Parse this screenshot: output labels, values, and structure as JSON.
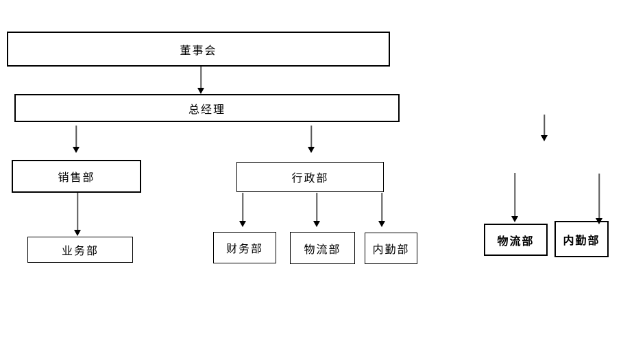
{
  "diagram": {
    "type": "org-chart",
    "background_color": "#ffffff",
    "box_border_color": "#000000",
    "box_fill_color": "#ffffff",
    "text_color": "#000000",
    "arrow_stem_color": "#595959",
    "arrow_head_color": "#000000",
    "nodes": [
      {
        "id": "board",
        "label": "董事会",
        "level": 1
      },
      {
        "id": "general-manager",
        "label": "总经理",
        "level": 2
      },
      {
        "id": "sales",
        "label": "销售部",
        "level": 3
      },
      {
        "id": "admin",
        "label": "行政部",
        "level": 3
      },
      {
        "id": "business",
        "label": "业务部",
        "level": 4
      },
      {
        "id": "finance",
        "label": "财务部",
        "level": 4
      },
      {
        "id": "logistics",
        "label": "物流部",
        "level": 4
      },
      {
        "id": "internal-affairs",
        "label": "内勤部",
        "level": 4
      },
      {
        "id": "logistics-floating",
        "label": "物流部",
        "level": "floating"
      },
      {
        "id": "internal-floating",
        "label": "内勤部",
        "level": "floating"
      }
    ],
    "edges": [
      {
        "from": "董事会",
        "to": "总经理"
      },
      {
        "from": "总经理",
        "to": "销售部"
      },
      {
        "from": "总经理",
        "to": "行政部"
      },
      {
        "from": "销售部",
        "to": "业务部"
      },
      {
        "from": "行政部",
        "to": "财务部"
      },
      {
        "from": "行政部",
        "to": "物流部"
      },
      {
        "from": "行政部",
        "to": "内勤部"
      },
      {
        "from": "",
        "to": "",
        "note": "detached short arrow, upper right"
      },
      {
        "from": "",
        "to": "物流部 (floating)",
        "note": "detached arrow"
      },
      {
        "from": "",
        "to": "内勤部 (floating)",
        "note": "detached arrow"
      }
    ]
  }
}
